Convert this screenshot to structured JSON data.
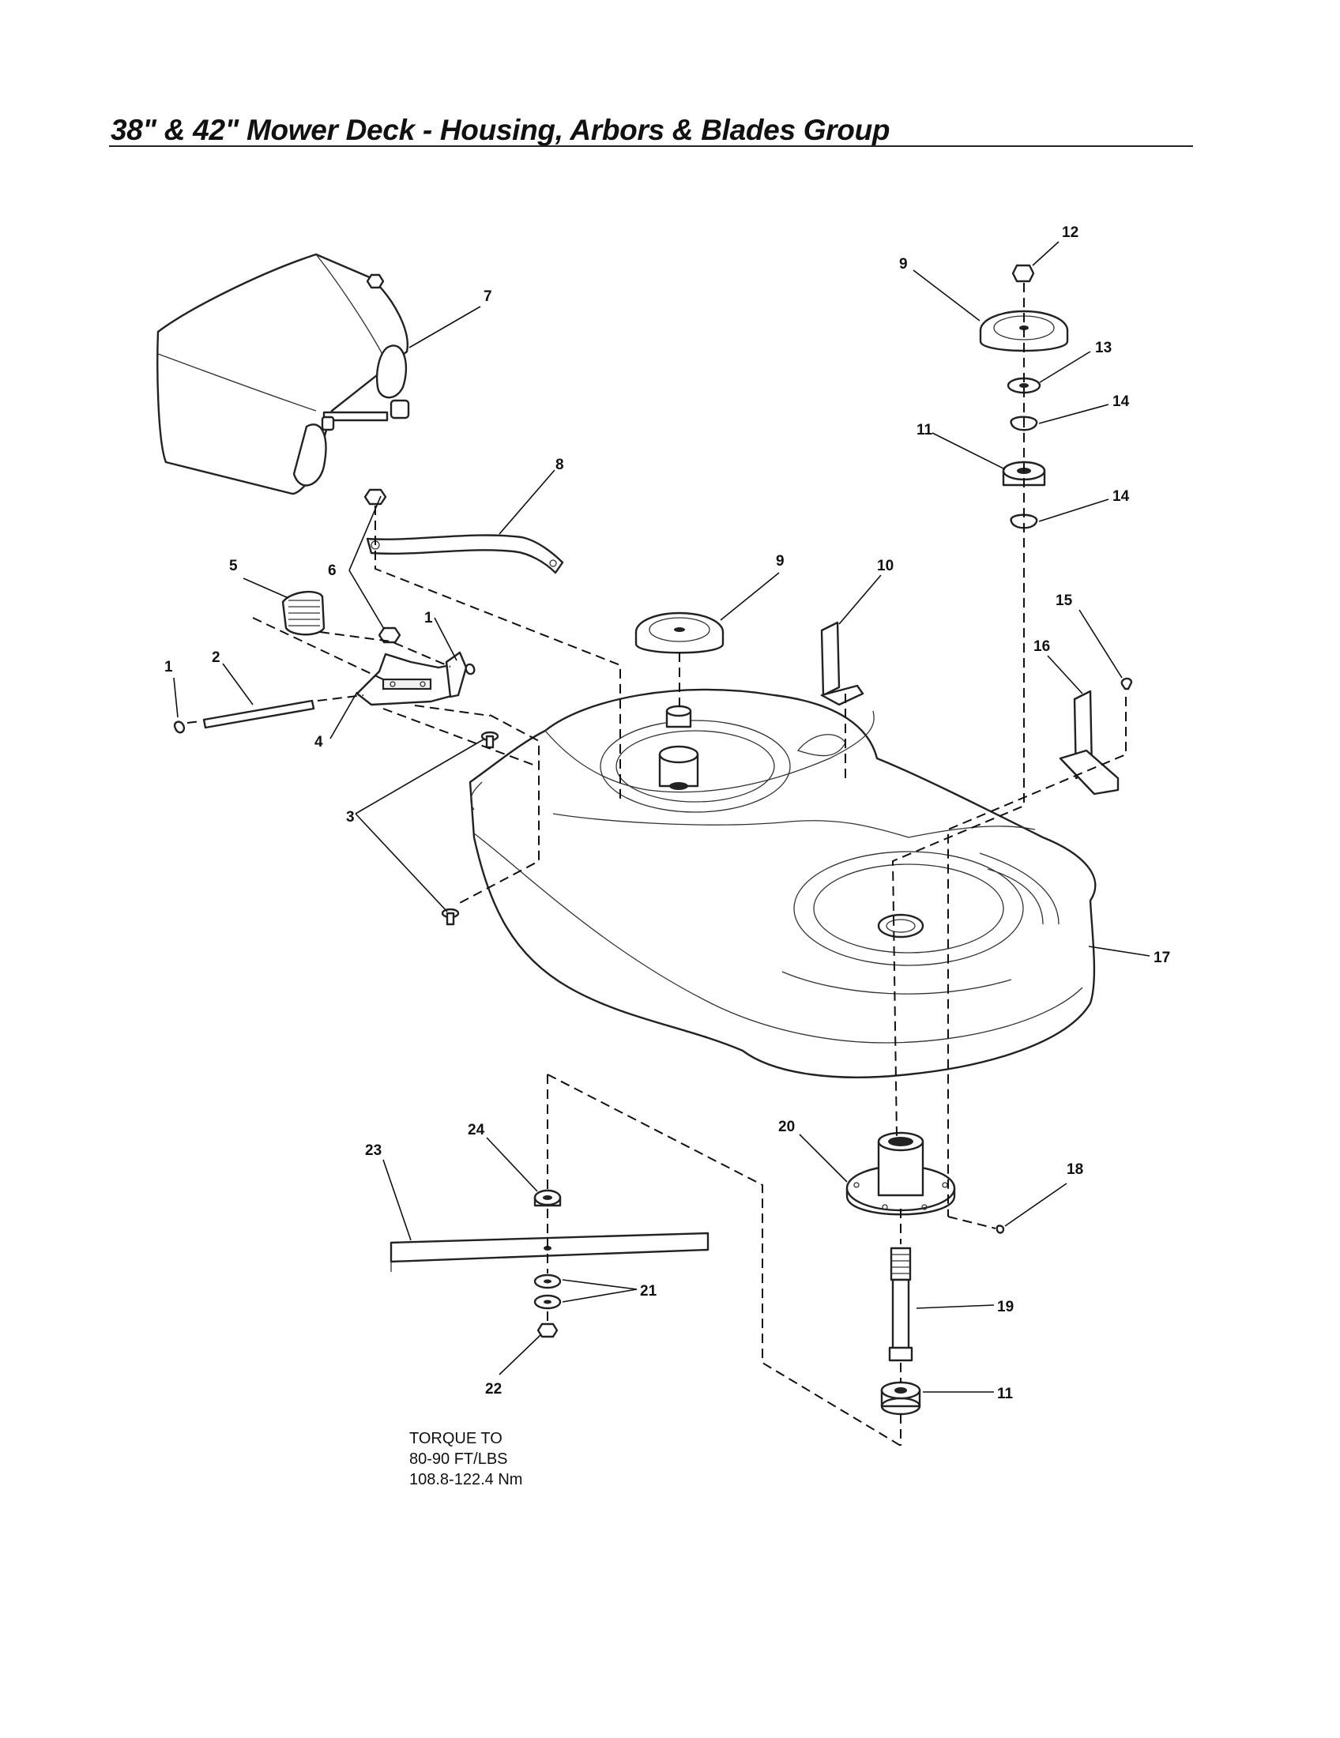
{
  "title": "38\" & 42\" Mower Deck - Housing, Arbors & Blades Group",
  "torque_note": {
    "line1": "TORQUE TO",
    "line2": "80-90 FT/LBS",
    "line3": "108.8-122.4 Nm"
  },
  "callouts": [
    {
      "id": "c7",
      "text": "7"
    },
    {
      "id": "c8",
      "text": "8"
    },
    {
      "id": "c5",
      "text": "5"
    },
    {
      "id": "c6",
      "text": "6"
    },
    {
      "id": "c1a",
      "text": "1"
    },
    {
      "id": "c1b",
      "text": "1"
    },
    {
      "id": "c2",
      "text": "2"
    },
    {
      "id": "c4",
      "text": "4"
    },
    {
      "id": "c3",
      "text": "3"
    },
    {
      "id": "c9a",
      "text": "9"
    },
    {
      "id": "c9b",
      "text": "9"
    },
    {
      "id": "c10",
      "text": "10"
    },
    {
      "id": "c12",
      "text": "12"
    },
    {
      "id": "c13",
      "text": "13"
    },
    {
      "id": "c14a",
      "text": "14"
    },
    {
      "id": "c14b",
      "text": "14"
    },
    {
      "id": "c11a",
      "text": "11"
    },
    {
      "id": "c15",
      "text": "15"
    },
    {
      "id": "c16",
      "text": "16"
    },
    {
      "id": "c17",
      "text": "17"
    },
    {
      "id": "c18",
      "text": "18"
    },
    {
      "id": "c19",
      "text": "19"
    },
    {
      "id": "c20",
      "text": "20"
    },
    {
      "id": "c21",
      "text": "21"
    },
    {
      "id": "c22",
      "text": "22"
    },
    {
      "id": "c23",
      "text": "23"
    },
    {
      "id": "c24",
      "text": "24"
    },
    {
      "id": "c11b",
      "text": "11"
    }
  ]
}
